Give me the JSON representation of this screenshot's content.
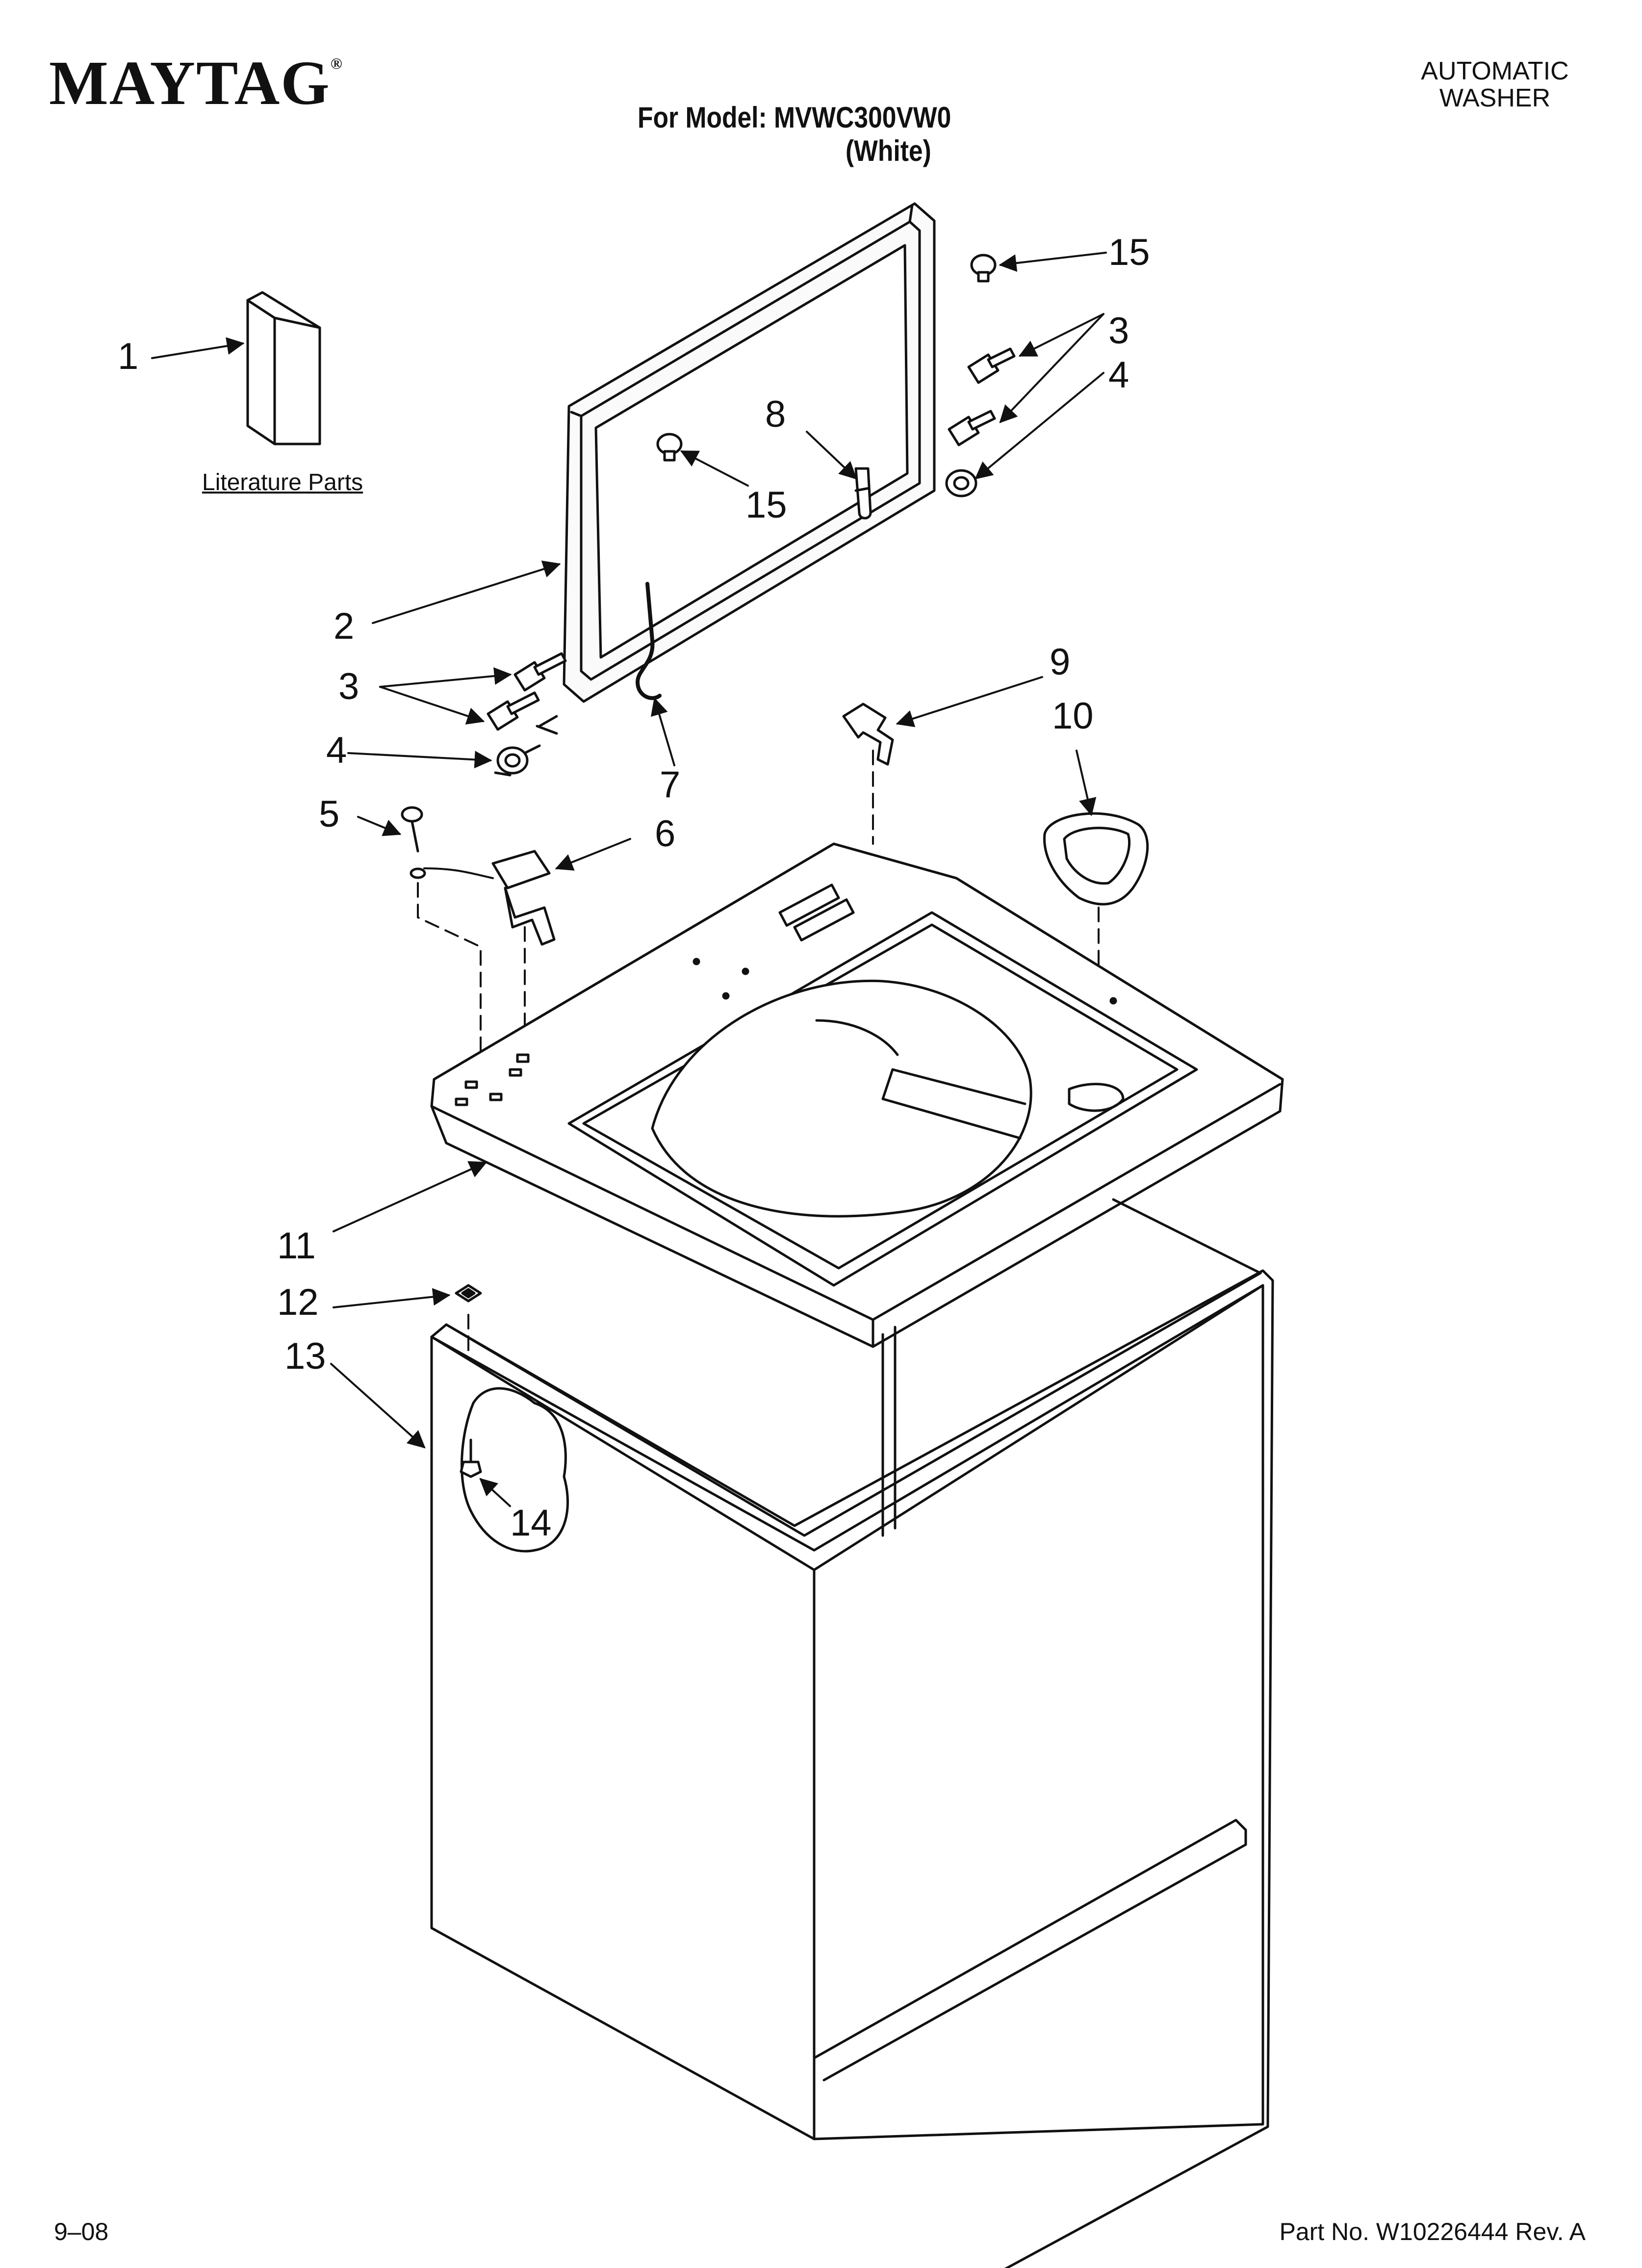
{
  "brand": {
    "name": "MAYTAG",
    "mark": "®"
  },
  "document": {
    "type_line1": "AUTOMATIC",
    "type_line2": "WASHER",
    "model_title": "For Model: MVWC300VW0",
    "model_color": "(White)",
    "revision_date": "9–08",
    "part_number": "Part No. W10226444 Rev. A"
  },
  "literature_label": "Literature Parts",
  "callouts": [
    "1",
    "2",
    "3",
    "3",
    "4",
    "4",
    "5",
    "6",
    "7",
    "8",
    "9",
    "10",
    "11",
    "12",
    "13",
    "14",
    "15",
    "15"
  ]
}
